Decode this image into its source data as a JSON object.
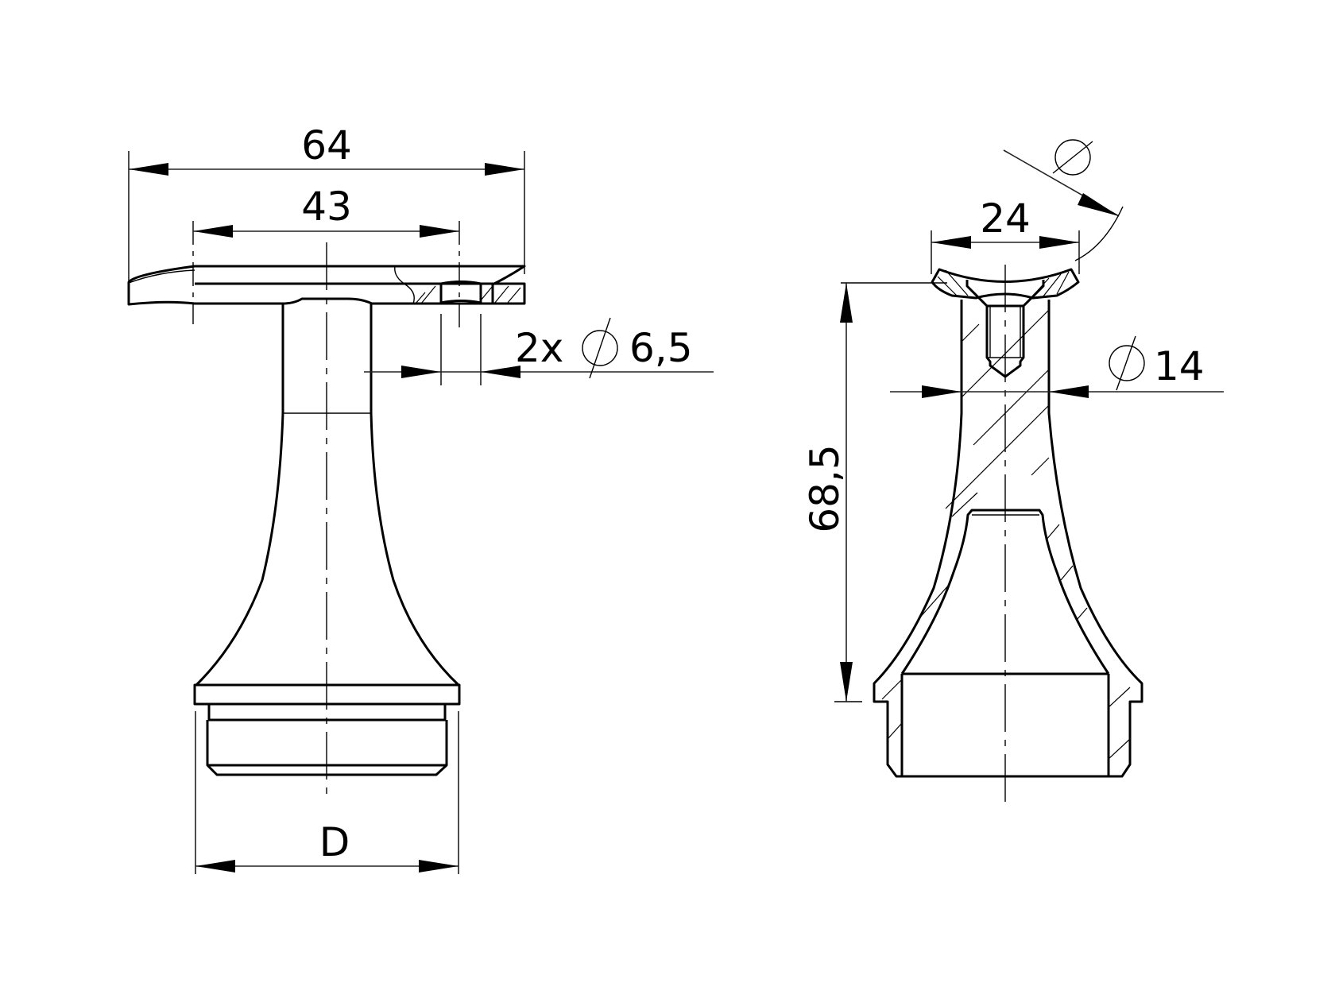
{
  "drawing": {
    "type": "technical-drawing",
    "subject": "handrail bracket / post cap",
    "line_color": "#000000",
    "background": "#ffffff"
  },
  "front_view": {
    "dim_overall_width": "64",
    "dim_hole_spacing": "43",
    "dim_holes_prefix": "2x",
    "dim_holes_value": "6,5",
    "dim_base_diameter": "D"
  },
  "section_view": {
    "dim_saddle_width": "24",
    "dim_height": "68,5",
    "dim_stem_diameter": "14",
    "dim_saddle_radius_symbol": "diameter-symbol"
  }
}
